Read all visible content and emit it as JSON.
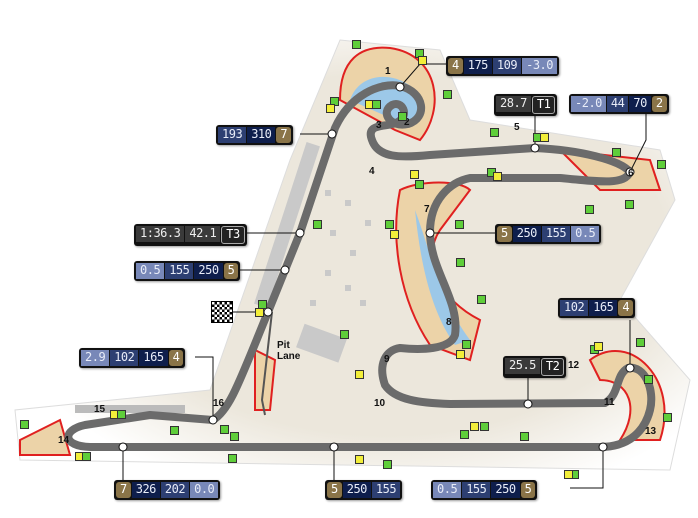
{
  "corners": [
    "1",
    "2",
    "3",
    "4",
    "5",
    "6",
    "7",
    "8",
    "9",
    "10",
    "11",
    "12",
    "13",
    "14",
    "15",
    "16"
  ],
  "pit_lane_label": "Pit Lane",
  "icons": {
    "start_finish": "checkered-flag-icon",
    "marshal_green": "green-marker-icon",
    "marshal_yellow": "yellow-marker-icon"
  },
  "colors": {
    "track": "#6b6b6b",
    "kerb": "#e02020",
    "runoff": "#9cc8e8",
    "gravel": "#ecd3a8",
    "gear": "#8a7448",
    "speed_dark": "#0e1e4c"
  },
  "callouts": [
    {
      "id": "turn-1",
      "cells": [
        {
          "t": "4",
          "k": "gear"
        },
        {
          "t": "175",
          "k": "dark"
        },
        {
          "t": "109",
          "k": "mid"
        },
        {
          "t": "-3.0",
          "k": "light"
        }
      ]
    },
    {
      "id": "sector-1",
      "cells": [
        {
          "t": "28.7",
          "k": "time"
        },
        {
          "t": "T1",
          "k": "tlabel"
        }
      ]
    },
    {
      "id": "turn-6",
      "cells": [
        {
          "t": "-2.0",
          "k": "light"
        },
        {
          "t": "44",
          "k": "mid"
        },
        {
          "t": "70",
          "k": "dark"
        },
        {
          "t": "2",
          "k": "gear"
        }
      ]
    },
    {
      "id": "turn-1-entry",
      "cells": [
        {
          "t": "193",
          "k": "mid"
        },
        {
          "t": "310",
          "k": "dark"
        },
        {
          "t": "7",
          "k": "gear"
        }
      ]
    },
    {
      "id": "sector-3",
      "cells": [
        {
          "t": "1:36.3",
          "k": "time"
        },
        {
          "t": "42.1",
          "k": "time"
        },
        {
          "t": "T3",
          "k": "tlabel"
        }
      ]
    },
    {
      "id": "turn-7",
      "cells": [
        {
          "t": "5",
          "k": "gear"
        },
        {
          "t": "250",
          "k": "dark"
        },
        {
          "t": "155",
          "k": "mid"
        },
        {
          "t": "0.5",
          "k": "light"
        }
      ]
    },
    {
      "id": "main-straight",
      "cells": [
        {
          "t": "0.5",
          "k": "light"
        },
        {
          "t": "155",
          "k": "mid"
        },
        {
          "t": "250",
          "k": "dark"
        },
        {
          "t": "5",
          "k": "gear"
        }
      ]
    },
    {
      "id": "turn-16",
      "cells": [
        {
          "t": "2.9",
          "k": "light"
        },
        {
          "t": "102",
          "k": "mid"
        },
        {
          "t": "165",
          "k": "dark"
        },
        {
          "t": "4",
          "k": "gear"
        }
      ]
    },
    {
      "id": "turn-12",
      "cells": [
        {
          "t": "102",
          "k": "mid"
        },
        {
          "t": "165",
          "k": "dark"
        },
        {
          "t": "4",
          "k": "gear"
        }
      ]
    },
    {
      "id": "sector-2",
      "cells": [
        {
          "t": "25.5",
          "k": "time"
        },
        {
          "t": "T2",
          "k": "tlabel"
        }
      ]
    },
    {
      "id": "back-straight",
      "cells": [
        {
          "t": "7",
          "k": "gear"
        },
        {
          "t": "326",
          "k": "dark"
        },
        {
          "t": "202",
          "k": "mid"
        },
        {
          "t": "0.0",
          "k": "light"
        }
      ]
    },
    {
      "id": "back-straight-mid",
      "cells": [
        {
          "t": "5",
          "k": "gear"
        },
        {
          "t": "250",
          "k": "dark"
        },
        {
          "t": "155",
          "k": "mid"
        }
      ]
    },
    {
      "id": "turn-13",
      "cells": [
        {
          "t": "0.5",
          "k": "light"
        },
        {
          "t": "155",
          "k": "mid"
        },
        {
          "t": "250",
          "k": "dark"
        },
        {
          "t": "5",
          "k": "gear"
        }
      ]
    }
  ]
}
